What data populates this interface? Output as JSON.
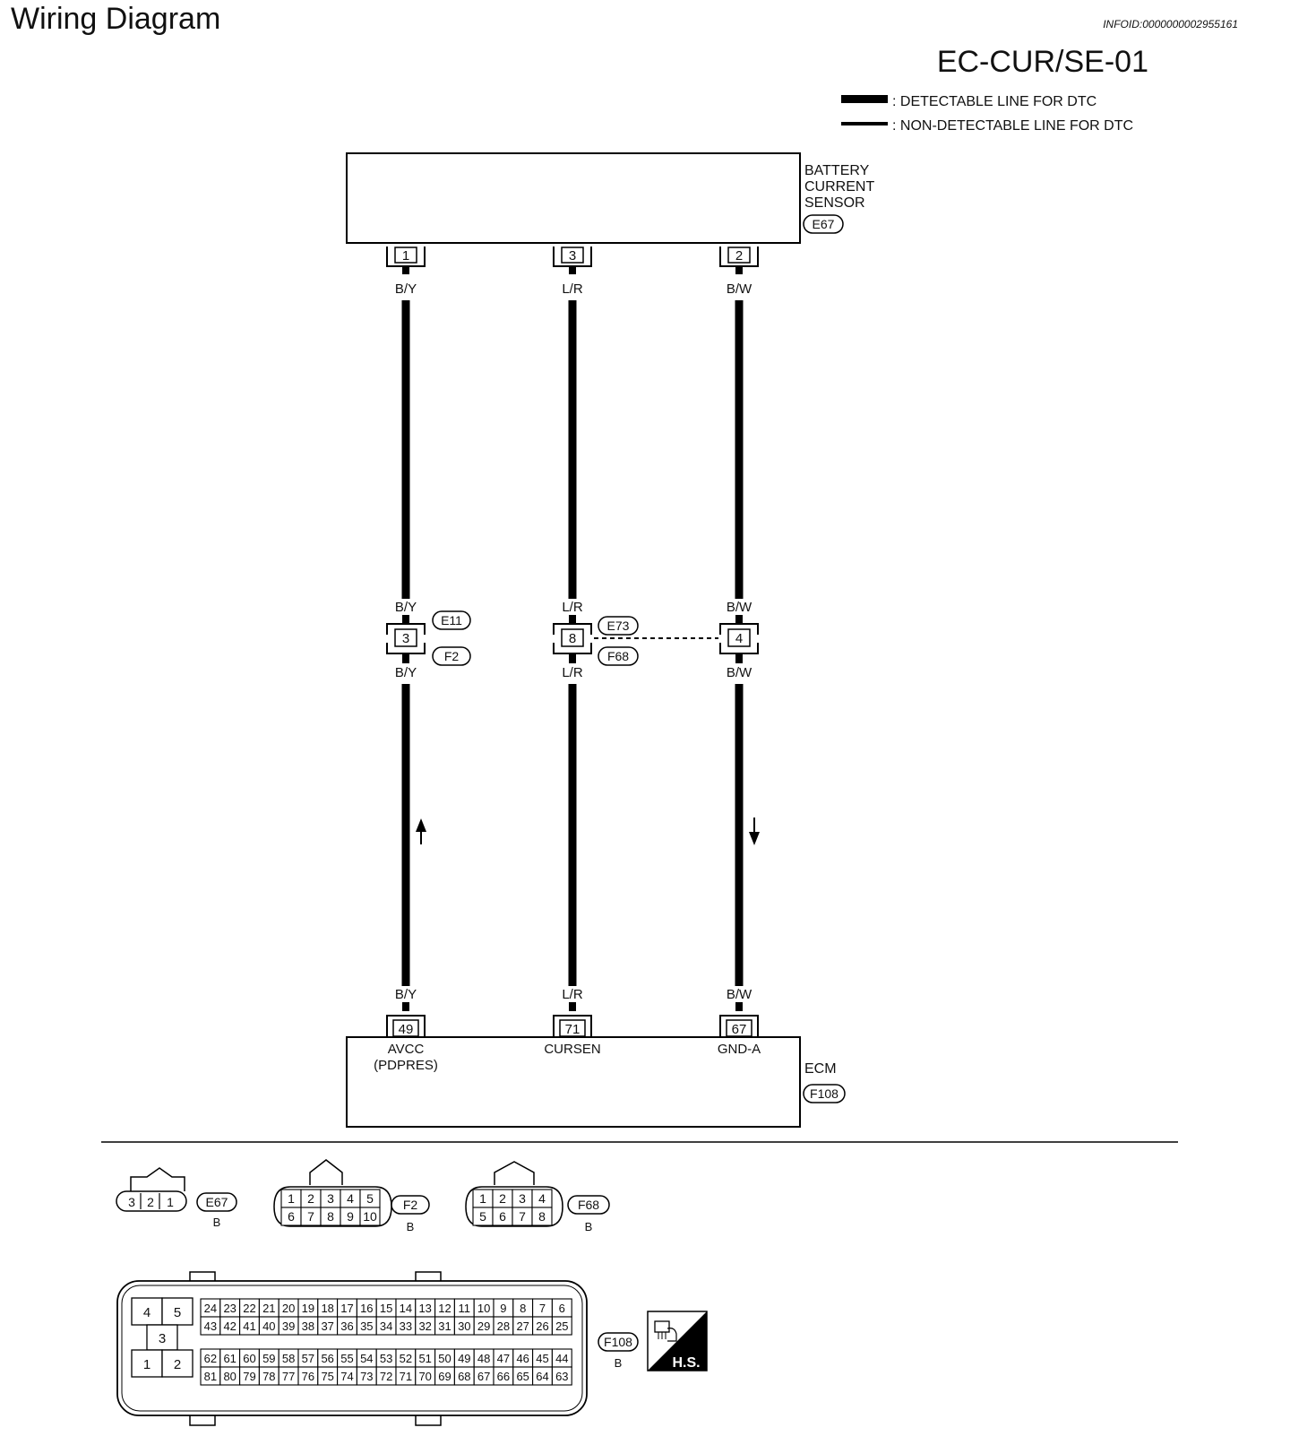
{
  "header": {
    "title": "Wiring Diagram",
    "info_id": "INFOID:0000000002955161",
    "diagram_code": "EC-CUR/SE-01"
  },
  "legend": {
    "detectable": ": DETECTABLE LINE FOR DTC",
    "non_detectable": ": NON-DETECTABLE LINE FOR DTC"
  },
  "sensor": {
    "name_lines": [
      "BATTERY",
      "CURRENT",
      "SENSOR"
    ],
    "connector": "E67",
    "pins": [
      "1",
      "3",
      "2"
    ]
  },
  "wires": [
    {
      "color_top": "B/Y",
      "color_mid_top": "B/Y",
      "color_mid_bottom": "B/Y",
      "color_bottom": "B/Y",
      "junction_pin": "3",
      "ecm_pin": "49",
      "ecm_label_lines": [
        "AVCC",
        "(PDPRES)"
      ]
    },
    {
      "color_top": "L/R",
      "color_mid_top": "L/R",
      "color_mid_bottom": "L/R",
      "color_bottom": "L/R",
      "junction_pin": "8",
      "ecm_pin": "71",
      "ecm_label_lines": [
        "CURSEN"
      ]
    },
    {
      "color_top": "B/W",
      "color_mid_top": "B/W",
      "color_mid_bottom": "B/W",
      "color_bottom": "B/W",
      "junction_pin": "4",
      "ecm_pin": "67",
      "ecm_label_lines": [
        "GND-A"
      ]
    }
  ],
  "junctions": {
    "left": {
      "top": "E11",
      "bottom": "F2"
    },
    "middle": {
      "top": "E73",
      "bottom": "F68"
    }
  },
  "ecm": {
    "name": "ECM",
    "connector": "F108"
  },
  "connector_faces": {
    "e67": {
      "id": "E67",
      "color": "B",
      "pins": [
        "3",
        "2",
        "1"
      ]
    },
    "f2": {
      "id": "F2",
      "color": "B",
      "row1": [
        "1",
        "2",
        "3",
        "4",
        "5"
      ],
      "row2": [
        "6",
        "7",
        "8",
        "9",
        "10"
      ]
    },
    "f68": {
      "id": "F68",
      "color": "B",
      "row1": [
        "1",
        "2",
        "3",
        "4"
      ],
      "row2": [
        "5",
        "6",
        "7",
        "8"
      ]
    },
    "f108": {
      "id": "F108",
      "color": "B",
      "small_pins": [
        "4",
        "5",
        "3",
        "1",
        "2"
      ],
      "row1": [
        "24",
        "23",
        "22",
        "21",
        "20",
        "19",
        "18",
        "17",
        "16",
        "15",
        "14",
        "13",
        "12",
        "11",
        "10",
        "9",
        "8",
        "7",
        "6"
      ],
      "row2": [
        "43",
        "42",
        "41",
        "40",
        "39",
        "38",
        "37",
        "36",
        "35",
        "34",
        "33",
        "32",
        "31",
        "30",
        "29",
        "28",
        "27",
        "26",
        "25"
      ],
      "row3": [
        "62",
        "61",
        "60",
        "59",
        "58",
        "57",
        "56",
        "55",
        "54",
        "53",
        "52",
        "51",
        "50",
        "49",
        "48",
        "47",
        "46",
        "45",
        "44"
      ],
      "row4": [
        "81",
        "80",
        "79",
        "78",
        "77",
        "76",
        "75",
        "74",
        "73",
        "72",
        "71",
        "70",
        "69",
        "68",
        "67",
        "66",
        "65",
        "64",
        "63"
      ]
    },
    "hs_label": "H.S."
  }
}
